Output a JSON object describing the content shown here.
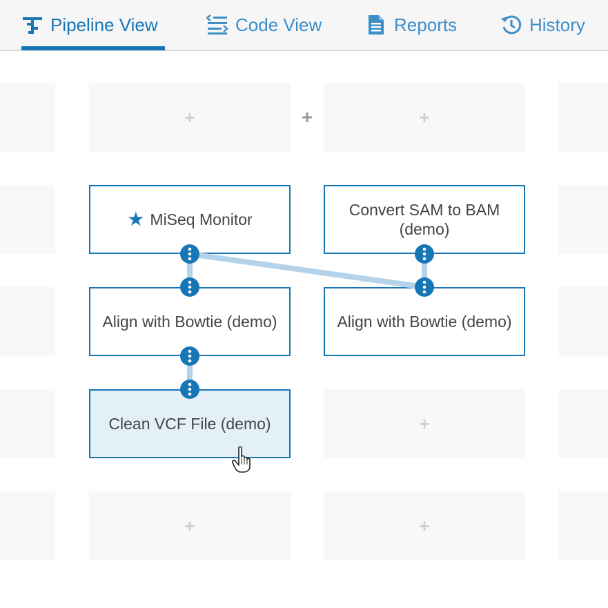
{
  "tabs": [
    {
      "label": "Pipeline View",
      "icon": "pipeline-icon",
      "active": true
    },
    {
      "label": "Code View",
      "icon": "code-view-icon",
      "active": false
    },
    {
      "label": "Reports",
      "icon": "report-document-icon",
      "active": false
    },
    {
      "label": "History",
      "icon": "history-clock-icon",
      "active": false
    }
  ],
  "grid": {
    "add_symbol": "+"
  },
  "nodes": {
    "miseq_monitor": {
      "label": "MiSeq Monitor",
      "starred": true
    },
    "convert_sam_bam": {
      "label": "Convert SAM to BAM (demo)"
    },
    "align_bowtie_1": {
      "label": "Align with Bowtie (demo)"
    },
    "align_bowtie_2": {
      "label": "Align with Bowtie (demo)"
    },
    "clean_vcf": {
      "label": "Clean VCF File (demo)",
      "selected": true
    }
  },
  "colors": {
    "accent": "#1676b6",
    "connector": "#b4d3ea",
    "selected_bg": "#e3f0f8"
  }
}
